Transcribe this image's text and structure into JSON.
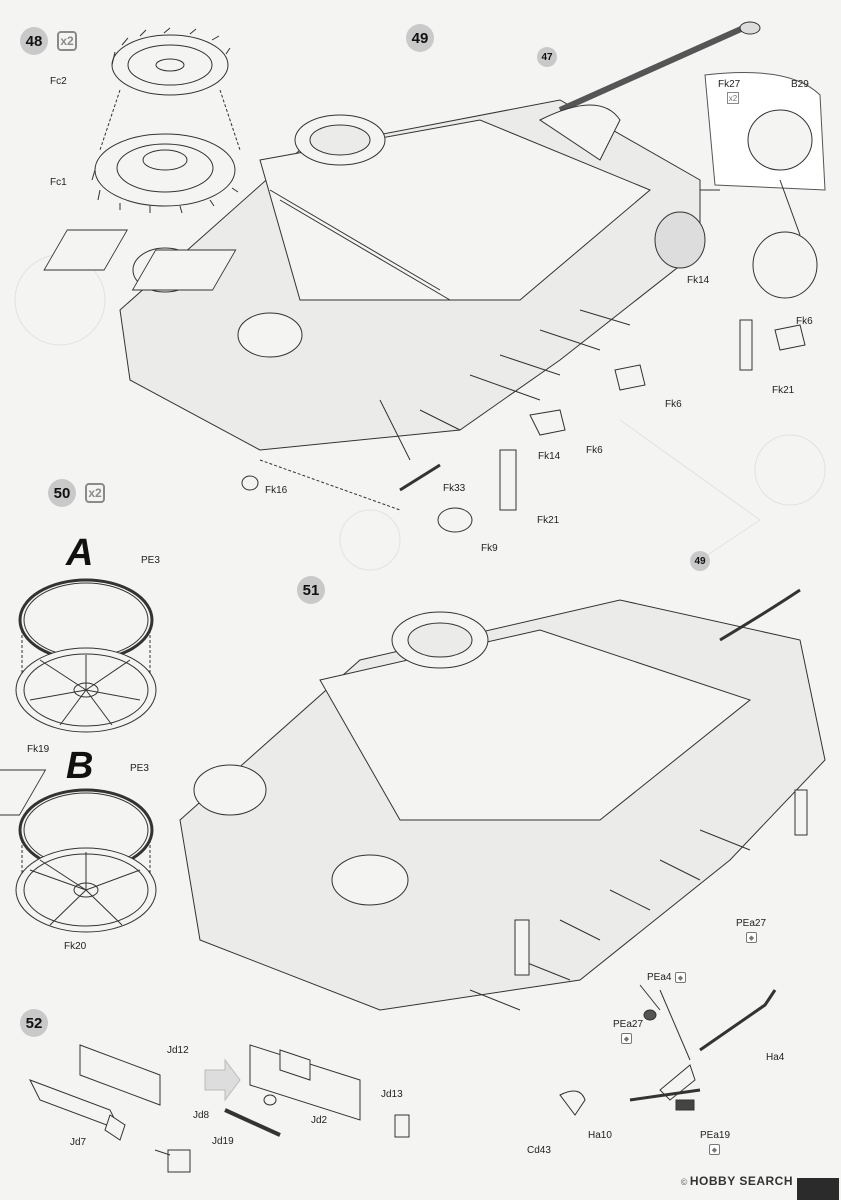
{
  "steps": {
    "s48": {
      "number": "48",
      "multiplier": "x2"
    },
    "s49": {
      "number": "49"
    },
    "s50": {
      "number": "50",
      "multiplier": "x2"
    },
    "s51": {
      "number": "51"
    },
    "s52": {
      "number": "52"
    }
  },
  "refs": {
    "r47": "47",
    "r49": "49"
  },
  "variants": {
    "a": "A",
    "b": "B"
  },
  "parts": {
    "fc2": "Fc2",
    "fc1": "Fc1",
    "fk27": "Fk27",
    "fk27_mult": "x2",
    "b29": "B29",
    "fk14_a": "Fk14",
    "fk6_a": "Fk6",
    "fk21_a": "Fk21",
    "fk6_b": "Fk6",
    "fk6_c": "Fk6",
    "fk14_b": "Fk14",
    "fk16": "Fk16",
    "fk33": "Fk33",
    "fk21_b": "Fk21",
    "fk9": "Fk9",
    "pe3_a": "PE3",
    "fk19": "Fk19",
    "pe3_b": "PE3",
    "fk20": "Fk20",
    "pea27_a": "PEa27",
    "pea4": "PEa4",
    "pea27_b": "PEa27",
    "ha4": "Ha4",
    "ha10": "Ha10",
    "pea19": "PEa19",
    "cd43": "Cd43",
    "jd12": "Jd12",
    "jd7": "Jd7",
    "jd8": "Jd8",
    "jd19": "Jd19",
    "jd2": "Jd2",
    "jd13": "Jd13"
  },
  "footer": {
    "watermark": "HOBBY SEARCH",
    "watermark_icon": "©"
  }
}
